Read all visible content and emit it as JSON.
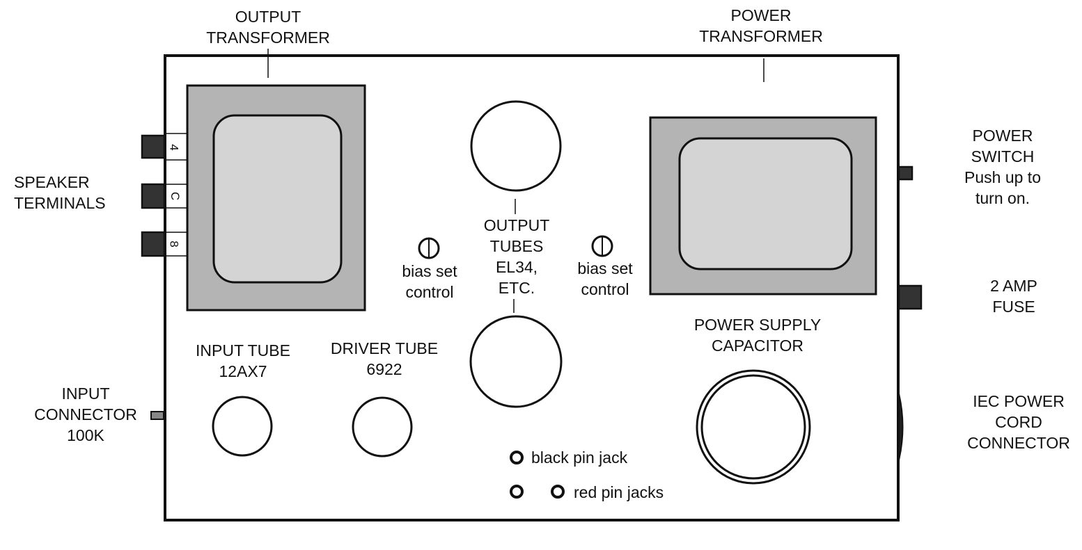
{
  "labels": {
    "output_transformer": [
      "OUTPUT",
      "TRANSFORMER"
    ],
    "power_transformer": [
      "POWER",
      "TRANSFORMER"
    ],
    "speaker_terminals": [
      "SPEAKER",
      "TERMINALS"
    ],
    "power_switch": [
      "POWER",
      "SWITCH",
      "Push up to",
      "turn on."
    ],
    "fuse": [
      "2 AMP",
      "FUSE"
    ],
    "iec_connector": [
      "IEC POWER",
      "CORD",
      "CONNECTOR"
    ],
    "input_connector": [
      "INPUT",
      "CONNECTOR",
      "100K"
    ],
    "input_tube": [
      "INPUT TUBE",
      "12AX7"
    ],
    "driver_tube": [
      "DRIVER TUBE",
      "6922"
    ],
    "output_tubes": [
      "OUTPUT",
      "TUBES",
      "EL34,",
      "ETC."
    ],
    "bias_left": [
      "bias set",
      "control"
    ],
    "bias_right": [
      "bias set",
      "control"
    ],
    "power_supply_capacitor": [
      "POWER SUPPLY",
      "CAPACITOR"
    ],
    "black_pin_jack": "black pin jack",
    "red_pin_jacks": "red pin jacks"
  },
  "speaker_terminal_marks": [
    "4",
    "C",
    "8"
  ],
  "colors": {
    "outline": "#111111",
    "transformer_frame": "#b4b4b4",
    "transformer_core": "#d4d4d4",
    "terminal": "#333333",
    "input_jack": "#888888"
  }
}
